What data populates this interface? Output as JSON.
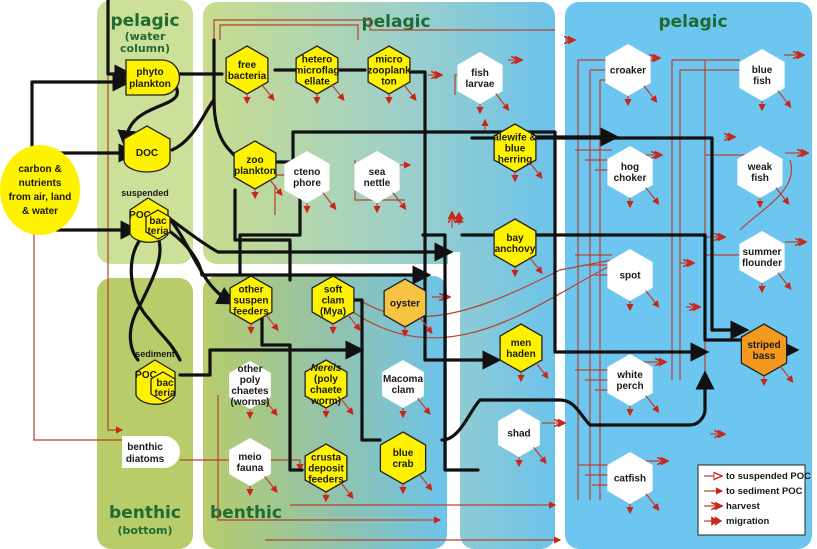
{
  "zones": {
    "left_pelagic": {
      "title": "pelagic",
      "subtitle1": "(water",
      "subtitle2": "column)"
    },
    "left_benthic": {
      "title": "benthic",
      "subtitle": "(bottom)"
    },
    "mid_pelagic": {
      "title": "pelagic"
    },
    "mid_benthic": {
      "title": "benthic"
    },
    "right_pelagic": {
      "title": "pelagic"
    }
  },
  "source": {
    "lines": [
      "carbon &",
      "nutrients",
      "from air, land",
      "& water"
    ]
  },
  "nodes": {
    "phytoplankton": [
      "phyto",
      "plankton"
    ],
    "doc": [
      "DOC"
    ],
    "suspended_label": "suspended",
    "susp_poc": "POC",
    "susp_bacteria": [
      "bac",
      "teria"
    ],
    "sediment_label": "sediment",
    "sed_poc": "POC",
    "sed_bacteria": [
      "bac",
      "teria"
    ],
    "benthic_diatoms": [
      "benthic",
      "diatoms"
    ],
    "free_bacteria": [
      "free",
      "bacteria"
    ],
    "hetero": [
      "hetero",
      "microflag",
      "ellate"
    ],
    "microzoo": [
      "micro",
      "zooplank",
      "ton"
    ],
    "zooplankton": [
      "zoo",
      "plankton"
    ],
    "ctenophore": [
      "cteno",
      "phore"
    ],
    "sea_nettle": [
      "sea",
      "nettle"
    ],
    "fish_larvae": [
      "fish",
      "larvae"
    ],
    "other_suspen": [
      "other",
      "suspen",
      "feeders"
    ],
    "soft_clam": [
      "soft",
      "clam",
      "(Mya)"
    ],
    "oyster": [
      "oyster"
    ],
    "other_poly": [
      "other",
      "poly",
      "chaetes",
      "(worms)"
    ],
    "nereis": [
      "Nereis",
      "(poly",
      "chaete",
      "worm)"
    ],
    "macoma": [
      "Macoma",
      "clam"
    ],
    "meiofauna": [
      "meio",
      "fauna"
    ],
    "crusta": [
      "crusta",
      "deposit",
      "feeders"
    ],
    "blue_crab": [
      "blue",
      "crab"
    ],
    "alewife": [
      "alewife &",
      "blue",
      "herring"
    ],
    "bay_anchovy": [
      "bay",
      "anchovy"
    ],
    "menhaden": [
      "men",
      "haden"
    ],
    "shad": [
      "shad"
    ],
    "croaker": [
      "croaker"
    ],
    "hogchoker": [
      "hog",
      "choker"
    ],
    "spot": [
      "spot"
    ],
    "white_perch": [
      "white",
      "perch"
    ],
    "catfish": [
      "catfish"
    ],
    "bluefish": [
      "blue",
      "fish"
    ],
    "weakfish": [
      "weak",
      "fish"
    ],
    "summer_flounder": [
      "summer",
      "flounder"
    ],
    "striped_bass": [
      "striped",
      "bass"
    ]
  },
  "legend": {
    "items": [
      "to suspended POC",
      "to sediment POC",
      "harvest",
      "migration"
    ]
  },
  "colors": {
    "producer_yellow": "#fff200",
    "oyster_orange": "#f6c343",
    "striped_bass_orange": "#f39a1e",
    "flow_red": "#c8261b",
    "zone_title_green": "#1f6b33"
  }
}
